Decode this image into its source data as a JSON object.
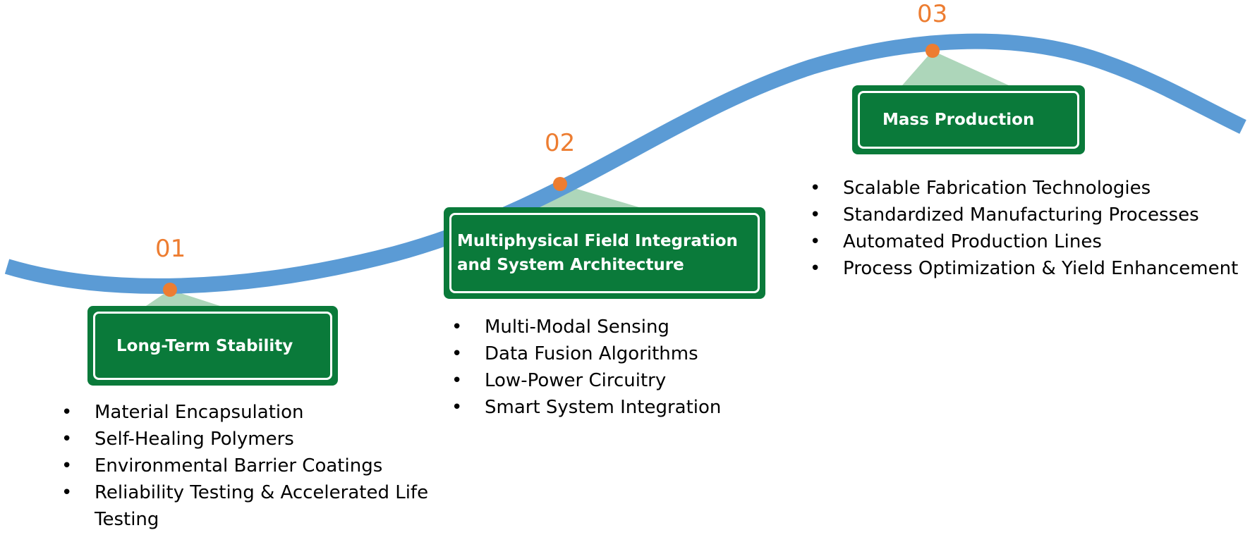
{
  "colors": {
    "curve": "#5b9bd5",
    "marker": "#ed7d31",
    "box_fill": "#0a7a3a",
    "box_border": "#ffffff",
    "connector": "#9fcfae",
    "step_number": "#ed7d31"
  },
  "stages": [
    {
      "number": "01",
      "title": "Long-Term Stability",
      "items": [
        "Material Encapsulation",
        "Self-Healing Polymers",
        "Environmental Barrier Coatings",
        "Reliability Testing & Accelerated Life Testing"
      ]
    },
    {
      "number": "02",
      "title": "Multiphysical Field Integration and System Architecture",
      "items": [
        "Multi-Modal Sensing",
        "Data Fusion Algorithms",
        "Low-Power Circuitry",
        "Smart System Integration"
      ]
    },
    {
      "number": "03",
      "title": "Mass Production",
      "items": [
        "Scalable Fabrication Technologies",
        "Standardized Manufacturing Processes",
        "Automated Production Lines",
        "Process Optimization & Yield Enhancement"
      ]
    }
  ]
}
